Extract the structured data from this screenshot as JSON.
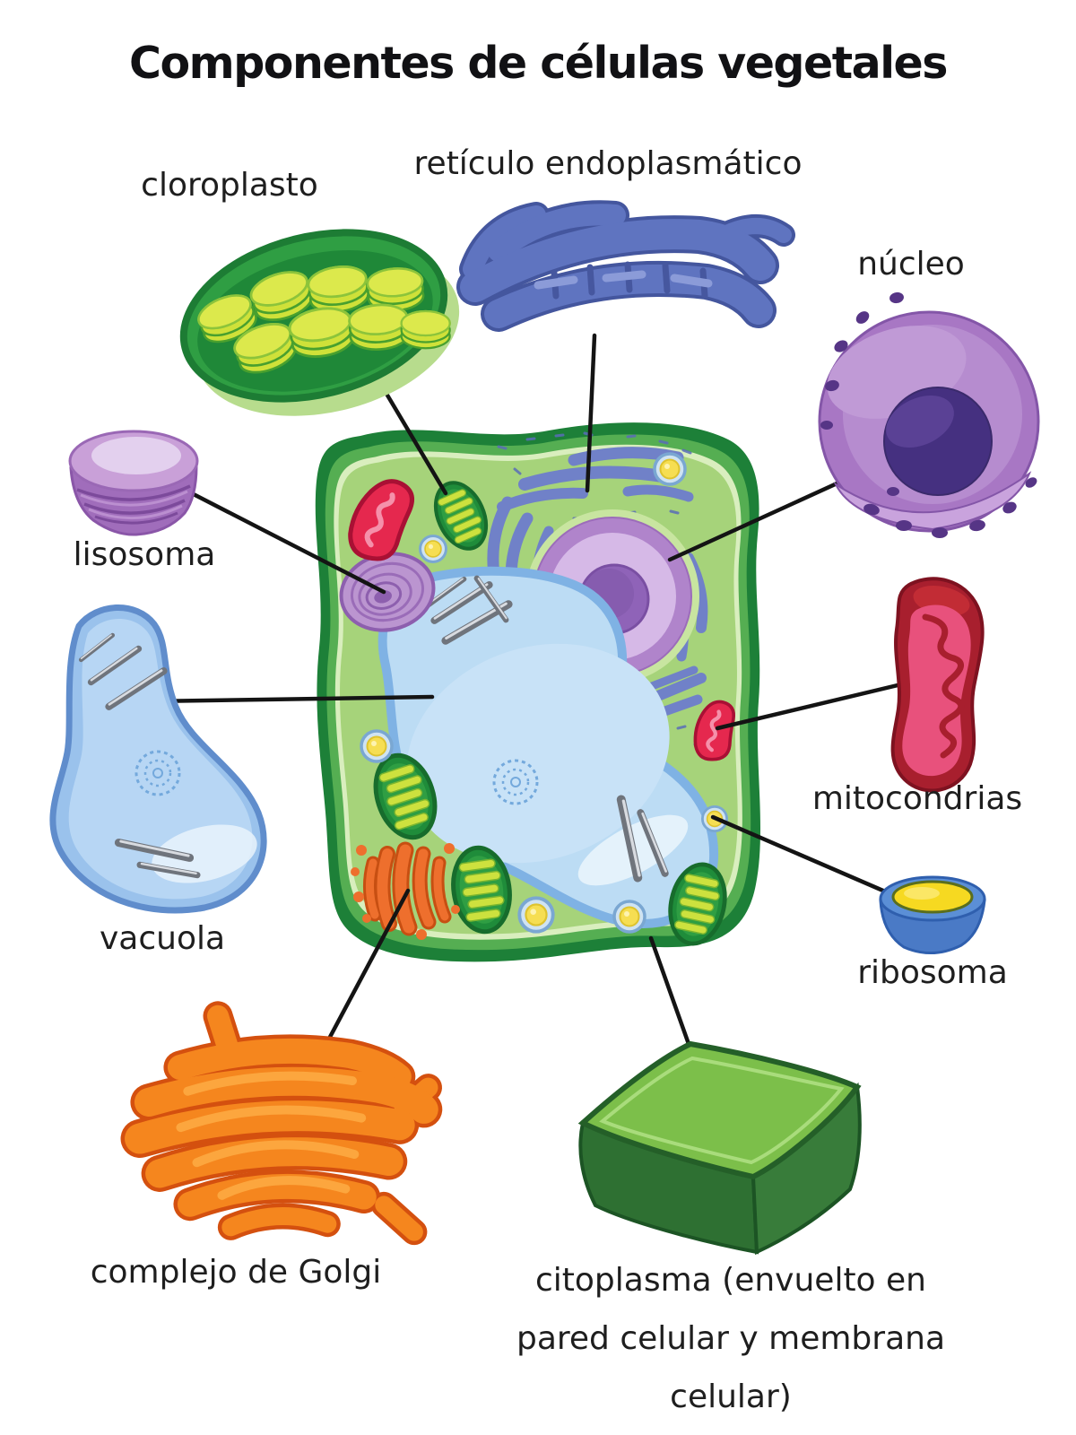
{
  "title": "Componentes de células vegetales",
  "labels": {
    "cloroplasto": "cloroplasto",
    "reticulo_endoplasmatico": "retículo endoplasmático",
    "nucleo": "núcleo",
    "lisosoma": "lisosoma",
    "vacuola": "vacuola",
    "mitocondrias": "mitocondrias",
    "ribosoma": "ribosoma",
    "complejo_de_golgi": "complejo de Golgi",
    "citoplasma": "citoplasma (envuelto en pared celular y membrana celular)"
  },
  "colors": {
    "background": "#ffffff",
    "text": "#1e1e1e",
    "leader_line": "#141414",
    "cell_wall_dark": "#1d8038",
    "cell_wall_bright": "#55ae52",
    "cell_wall_pale": "#d9eebe",
    "cell_interior": "#a6d37a",
    "chloroplast_green": "#2f9e43",
    "thylakoid_yellow": "#cde13e",
    "er_blue": "#5f74c0",
    "nucleus_purple": "#a877c4",
    "nucleolus_dark": "#453080",
    "lysosome_purple": "#a06dbb",
    "vacuole_blue": "#9ac2ec",
    "mitochondria_red": "#a81f2e",
    "mitochondria_pink": "#e8517c",
    "ribosome_yellow": "#f6d921",
    "golgi_orange": "#f5861e",
    "cytoplasm_cube_green": "#7cbf4a"
  }
}
